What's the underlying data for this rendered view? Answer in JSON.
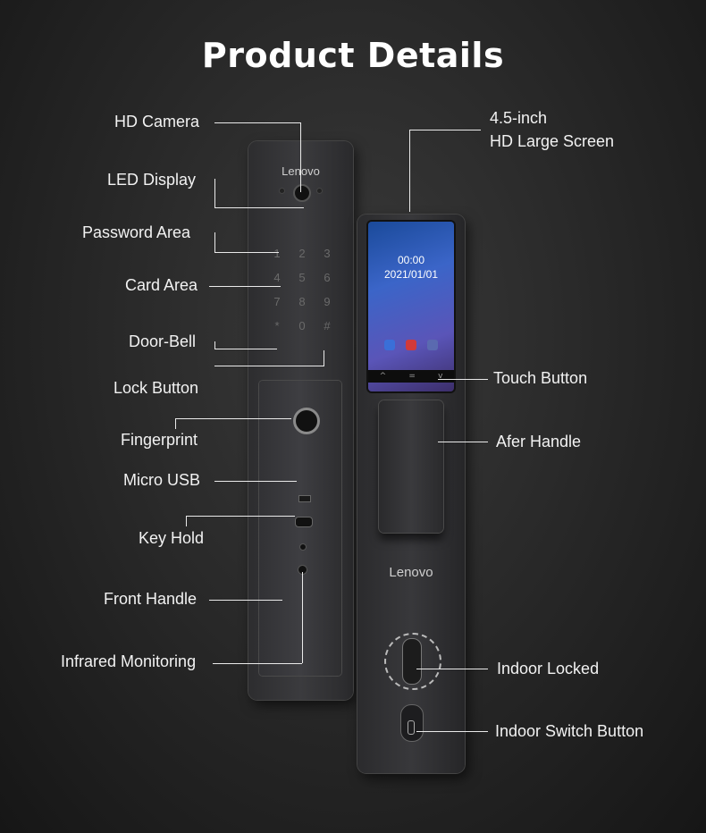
{
  "title": "Product Details",
  "device": {
    "outer_brand": "Lenovo",
    "inner_brand": "Lenovo",
    "screen_time": "00:00",
    "screen_date": "2021/01/01",
    "keypad": [
      "1",
      "2",
      "3",
      "4",
      "5",
      "6",
      "7",
      "8",
      "9",
      "*",
      "0",
      "#"
    ]
  },
  "labels_left": {
    "hd_camera": "HD Camera",
    "led_display": "LED Display",
    "password_area": "Password Area",
    "card_area": "Card Area",
    "door_bell": "Door-Bell",
    "lock_button": "Lock Button",
    "fingerprint": "Fingerprint",
    "micro_usb": "Micro USB",
    "key_hold": "Key Hold",
    "front_handle": "Front Handle",
    "infrared_monitoring": "Infrared Monitoring"
  },
  "labels_right": {
    "screen_line1": "4.5-inch",
    "screen_line2": "HD Large Screen",
    "touch_button": "Touch Button",
    "afer_handle": "Afer Handle",
    "indoor_locked": "Indoor Locked",
    "indoor_switch_button": "Indoor Switch Button"
  }
}
